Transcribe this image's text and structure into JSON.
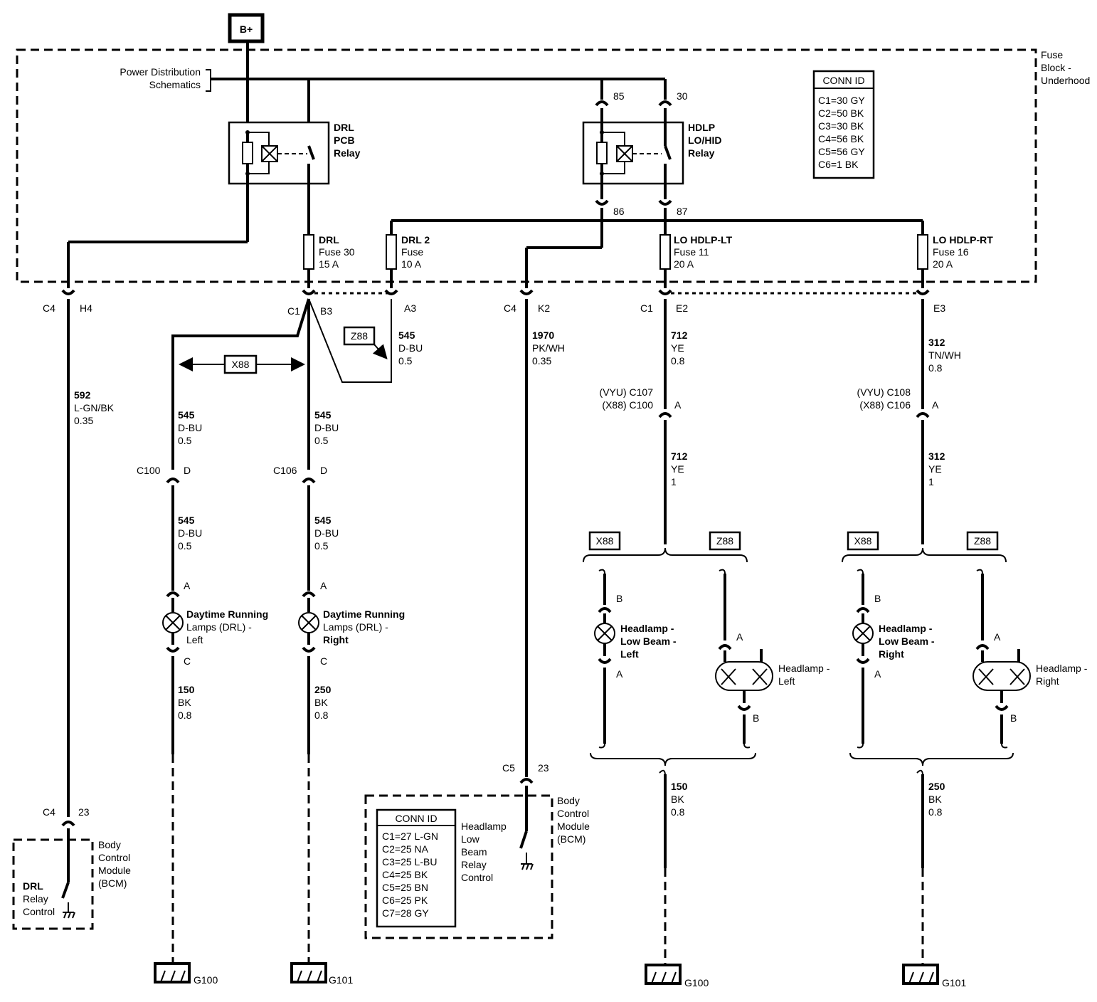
{
  "battery": "B+",
  "power_distribution": [
    "Power Distribution",
    "Schematics"
  ],
  "fuse_block": [
    "Fuse",
    "Block -",
    "Underhood"
  ],
  "conn_table_top": {
    "title": "CONN ID",
    "rows": [
      "C1=30 GY",
      "C2=50 BK",
      "C3=30 BK",
      "C4=56 BK",
      "C5=56 GY",
      "C6=1 BK"
    ]
  },
  "conn_table_bcm": {
    "title": "CONN ID",
    "rows": [
      "C1=27 L-GN",
      "C2=25 NA",
      "C3=25 L-BU",
      "C4=25 BK",
      "C5=25 BN",
      "C6=25 PK",
      "C7=28 GY"
    ]
  },
  "drl_relay": [
    "DRL",
    "PCB",
    "Relay"
  ],
  "hdlp_relay": [
    "HDLP",
    "LO/HID",
    "Relay"
  ],
  "relay_pins": {
    "p85": "85",
    "p30": "30",
    "p86": "86",
    "p87": "87"
  },
  "fuses": {
    "drl30": [
      "DRL",
      "Fuse 30",
      "15 A"
    ],
    "drl2": [
      "DRL 2",
      "Fuse",
      "10 A"
    ],
    "lo_lt": [
      "LO HDLP-LT",
      "Fuse 11",
      "20 A"
    ],
    "lo_rt": [
      "LO HDLP-RT",
      "Fuse 16",
      "20 A"
    ]
  },
  "connectors": {
    "c4": "C4",
    "h4": "H4",
    "c1": "C1",
    "b3": "B3",
    "a3": "A3",
    "k2": "K2",
    "e2": "E2",
    "e3": "E3",
    "c100": "C100",
    "c106": "C106",
    "d": "D",
    "a": "A",
    "b": "B",
    "c": "C",
    "c5": "C5",
    "pin23": "23",
    "vyu_c107": "(VYU) C107",
    "x88_c100": "(X88) C100",
    "vyu_c108": "(VYU) C108",
    "x88_c106": "(X88) C106"
  },
  "wires": {
    "w592": [
      "592",
      "L-GN/BK",
      "0.35"
    ],
    "w545": [
      "545",
      "D-BU",
      "0.5"
    ],
    "w1970": [
      "1970",
      "PK/WH",
      "0.35"
    ],
    "w712a": [
      "712",
      "YE",
      "0.8"
    ],
    "w312a": [
      "312",
      "TN/WH",
      "0.8"
    ],
    "w712b": [
      "712",
      "YE",
      "1"
    ],
    "w312b": [
      "312",
      "YE",
      "1"
    ],
    "w150": [
      "150",
      "BK",
      "0.8"
    ],
    "w250": [
      "250",
      "BK",
      "0.8"
    ]
  },
  "options": {
    "x88": "X88",
    "z88": "Z88"
  },
  "drl_lamps": {
    "left": [
      "Daytime Running",
      "Lamps (DRL) -",
      "Left"
    ],
    "right": [
      "Daytime Running",
      "Lamps (DRL) -",
      "Right"
    ]
  },
  "headlamps": {
    "low_left": [
      "Headlamp -",
      "Low Beam -",
      "Left"
    ],
    "low_right": [
      "Headlamp -",
      "Low Beam -",
      "Right"
    ],
    "left": [
      "Headlamp -",
      "Left"
    ],
    "right": [
      "Headlamp -",
      "Right"
    ]
  },
  "bcm": [
    "Body",
    "Control",
    "Module",
    "(BCM)"
  ],
  "drl_relay_control": [
    "DRL",
    "Relay",
    "Control"
  ],
  "hdlp_relay_control": [
    "Headlamp",
    "Low",
    "Beam",
    "Relay",
    "Control"
  ],
  "grounds": {
    "g100": "G100",
    "g101": "G101"
  }
}
